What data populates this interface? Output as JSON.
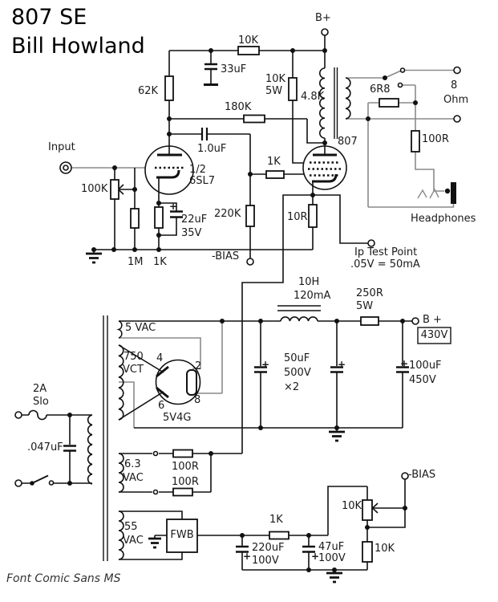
{
  "title": {
    "line1": "807 SE",
    "line2": "Bill Howland"
  },
  "footer": {
    "note": "Font Comic Sans MS"
  },
  "symbols": {
    "plus": "+"
  },
  "input_stage": {
    "input_label": "Input",
    "volume_pot": "100K",
    "grid_resistor": "1M",
    "cathode_resistor": "1K",
    "cathode_cap": "22uF",
    "cathode_cap_voltage": "35V",
    "tube_half": "1/2",
    "tube_name": "6SL7",
    "plate_resistor": "62K",
    "supply_cap": "33uF",
    "supply_resistor": "10K",
    "feedback_resistor": "180K",
    "coupling_cap": "1.0uF"
  },
  "output_stage": {
    "screen_resistor": "10K",
    "screen_resistor_watts": "5W",
    "b_plus_label": "B+",
    "opt_primary_impedance": "4.8K",
    "tube_name": "807",
    "grid_stopper": "1K",
    "grid_leak": "220K",
    "bias_label": "-BIAS",
    "cathode_resistor": "10R",
    "test_point_line1": "Ip Test Point",
    "test_point_line2": ".05V = 50mA"
  },
  "speaker_section": {
    "series_resistor": "6R8",
    "impedance": "8",
    "impedance_unit": "Ohm",
    "shunt_resistor": "100R",
    "jack_label": "Headphones"
  },
  "power_supply": {
    "fuse_current": "2A",
    "fuse_type": "Slo",
    "line_cap": ".047uF",
    "rectifier_heater_winding": "5 VAC",
    "hv_winding_value": "750",
    "hv_winding_type": "VCT",
    "rectifier_pin_top_left": "4",
    "rectifier_pin_top_right": "2",
    "rectifier_pin_bottom_left": "6",
    "rectifier_pin_bottom_right": "8",
    "rectifier_name": "5V4G",
    "choke_inductance": "10H",
    "choke_current": "120mA",
    "filter_cap1_value": "50uF",
    "filter_cap1_voltage": "500V",
    "filter_cap1_qty": "×2",
    "dropper_value": "250R",
    "dropper_watts": "5W",
    "b_plus_label": "B +",
    "b_plus_voltage": "430V",
    "filter_cap2_value": "100uF",
    "filter_cap2_voltage": "450V"
  },
  "heater_supply": {
    "winding_value": "6.3",
    "winding_unit": "VAC",
    "balance_resistor1": "100R",
    "balance_resistor2": "100R"
  },
  "bias_supply": {
    "winding_value": "55",
    "winding_unit": "VAC",
    "rectifier": "FWB",
    "filter_resistor": "1K",
    "cap1_value": "220uF",
    "cap1_voltage": "100V",
    "cap2_value": "47uF",
    "cap2_voltage": "100V",
    "pot": "10K",
    "divider_resistor": "10K",
    "bias_label": "-BIAS"
  }
}
